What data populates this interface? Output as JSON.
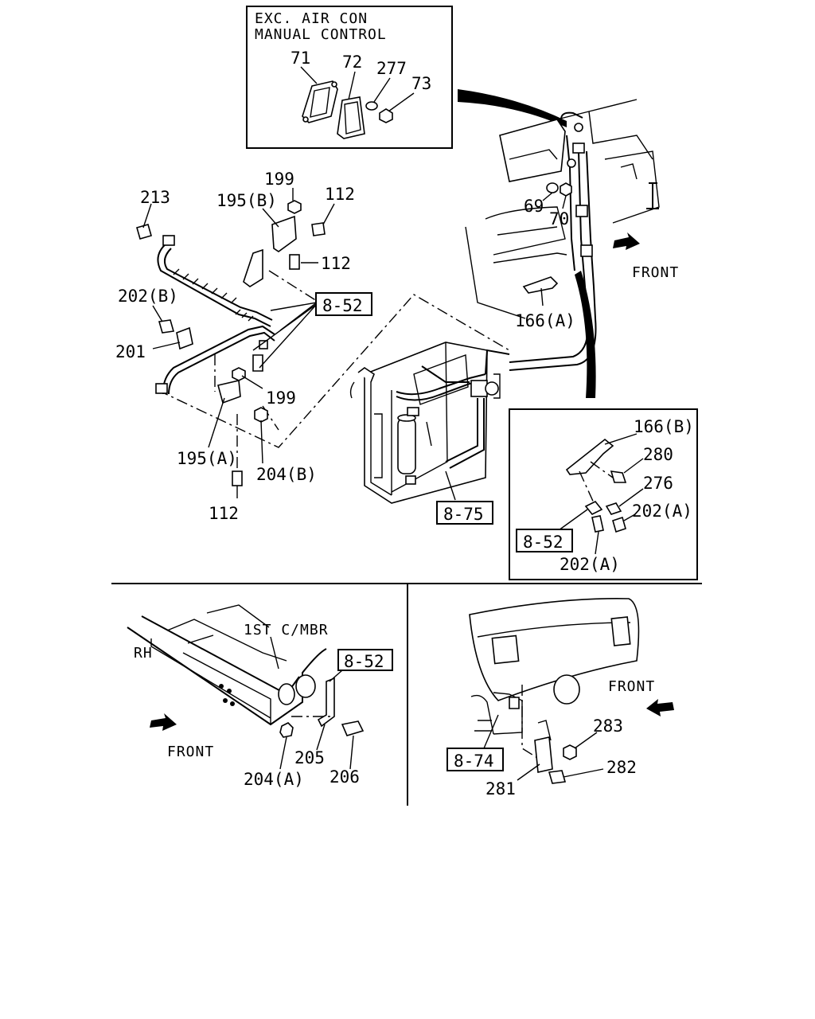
{
  "inset_top": {
    "title_line1": "EXC. AIR CON",
    "title_line2": "MANUAL CONTROL",
    "labels": [
      "71",
      "72",
      "277",
      "73"
    ]
  },
  "main": {
    "labels": {
      "p199a": "199",
      "p195b": "195(B)",
      "p112a": "112",
      "p213": "213",
      "p112b": "112",
      "p202b": "202(B)",
      "p201": "201",
      "p199b": "199",
      "p195a": "195(A)",
      "p204b": "204(B)",
      "p112c": "112",
      "p69": "69",
      "p70": "70",
      "p166a": "166(A)",
      "front": "FRONT"
    },
    "refboxes": {
      "ref852": "8-52",
      "ref875": "8-75"
    }
  },
  "inset_right": {
    "labels": {
      "p166b": "166(B)",
      "p280": "280",
      "p276": "276",
      "p202a1": "202(A)",
      "p202a2": "202(A)"
    },
    "refbox": "8-52"
  },
  "bottom_left": {
    "labels": {
      "member": "1ST C/MBR",
      "rh": "RH",
      "front": "FRONT",
      "p205": "205",
      "p206": "206",
      "p204a": "204(A)"
    },
    "refbox": "8-52"
  },
  "bottom_right": {
    "labels": {
      "front": "FRONT",
      "p283": "283",
      "p282": "282",
      "p281": "281"
    },
    "refbox": "8-74"
  }
}
